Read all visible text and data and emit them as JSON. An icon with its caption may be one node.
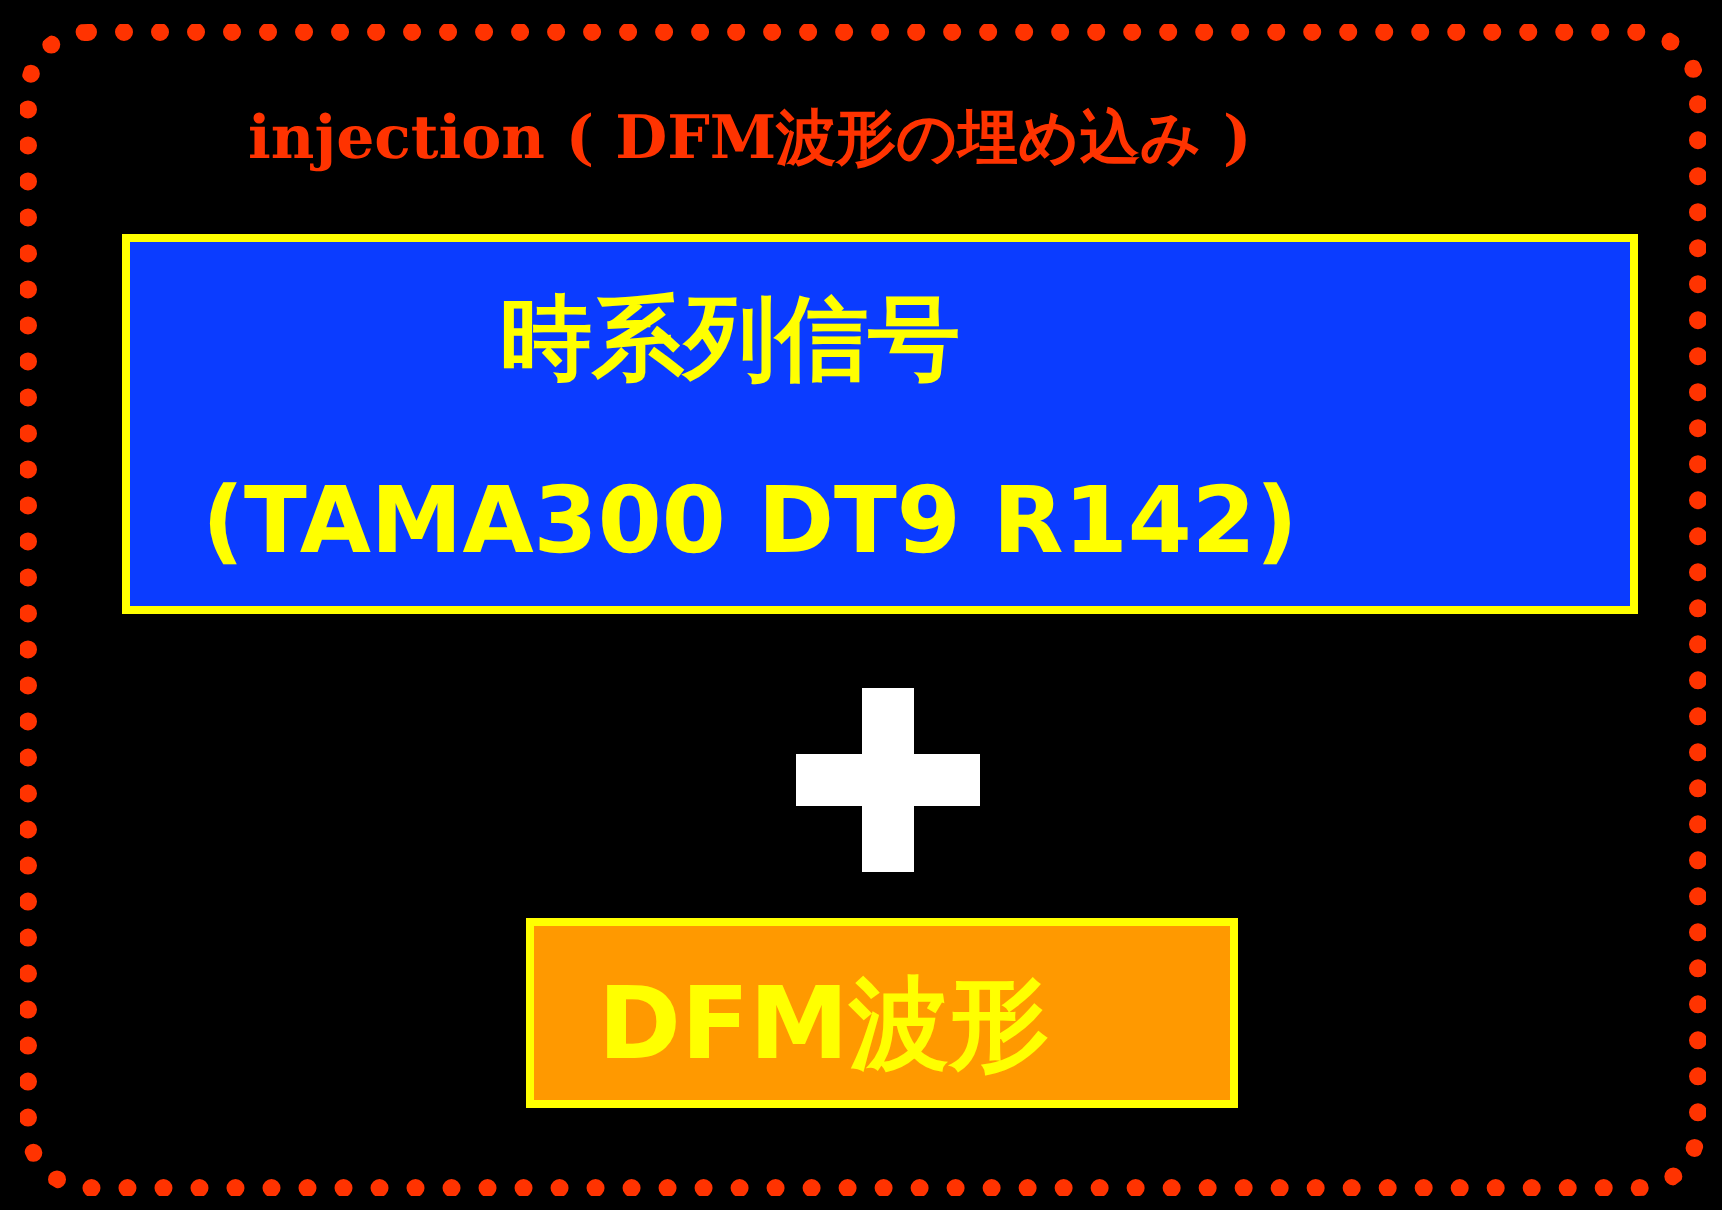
{
  "diagram": {
    "nodes": [
      {
        "text": [
          "injection ( DFM波形の埋め込み )"
        ]
      },
      {
        "text": [
          "時系列信号",
          "(TAMA300 DT9 R142)"
        ],
        "in": 0
      },
      {
        "text": [
          "DFM波形"
        ],
        "in": 0
      }
    ]
  }
}
